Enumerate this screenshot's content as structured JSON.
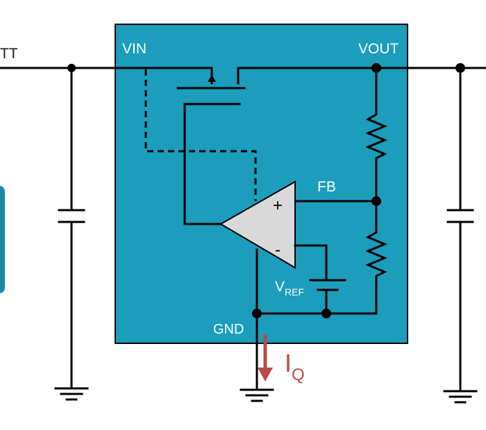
{
  "labels": {
    "vbatt_partial": "TT",
    "vin": "VIN",
    "vout": "VOUT",
    "fb": "FB",
    "vref_main": "V",
    "vref_sub": "REF",
    "gnd": "GND",
    "iq_main": "I",
    "iq_sub": "Q",
    "opamp_plus": "+",
    "opamp_minus": "-"
  },
  "colors": {
    "ic_body": "#1b9dbb",
    "ic_border": "#000000",
    "wire": "#000000",
    "opamp_fill": "#d9d9d9",
    "label_on_ic": "#ffffff",
    "label_outside": "#1a1a1a",
    "iq_arrow": "#b84a4a",
    "side_block": "#1b8aa4"
  },
  "icons": {
    "ground": "ground-symbol-icon",
    "capacitor": "capacitor-icon",
    "resistor": "resistor-icon",
    "mosfet": "pmos-transistor-icon",
    "opamp": "op-amp-icon",
    "current_arrow": "down-arrow-icon"
  }
}
